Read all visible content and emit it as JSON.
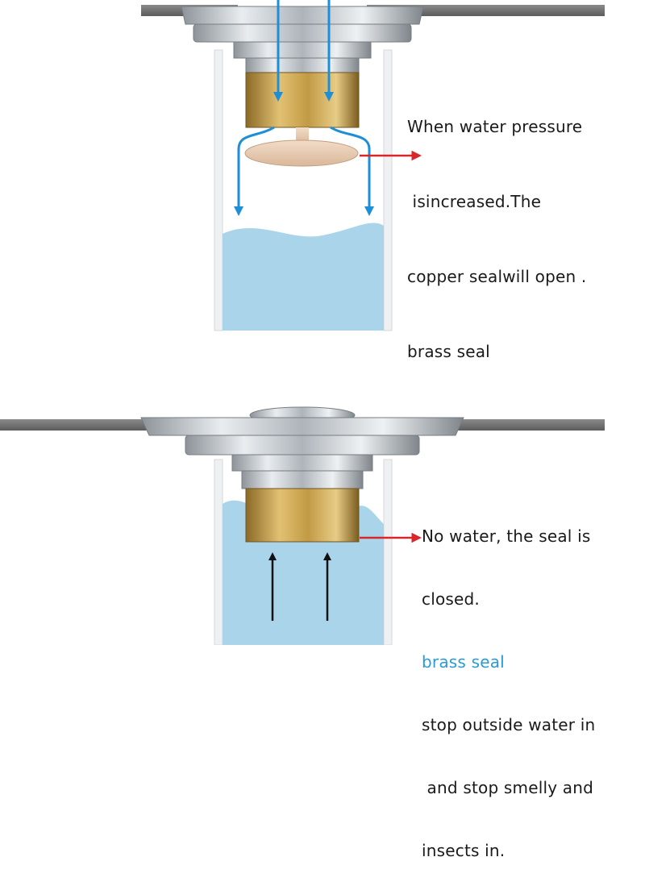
{
  "colors": {
    "water": "#a9d4ea",
    "water_arrow": "#1e8fd6",
    "pointer": "#d8262a",
    "brass": "#c9a44c",
    "steel": "#b9bec4",
    "floor": "#6e6e6e",
    "accent_text": "#2a9ad6",
    "up_arrow": "#111111"
  },
  "top_panel": {
    "caption_lines": [
      "When water pressure",
      " isincreased.The",
      "copper sealwill open .",
      "brass seal"
    ],
    "arrow_icons": [
      "down-arrow-icon",
      "down-arrow-icon",
      "outflow-arrow-icon",
      "outflow-arrow-icon",
      "pointer-arrow-icon"
    ]
  },
  "bottom_panel": {
    "caption_lines": [
      "No water, the seal is",
      "closed.",
      "brass seal",
      "stop outside water in",
      " and stop smelly and",
      "insects in."
    ],
    "arrow_icons": [
      "up-arrow-icon",
      "up-arrow-icon",
      "pointer-arrow-icon"
    ]
  }
}
